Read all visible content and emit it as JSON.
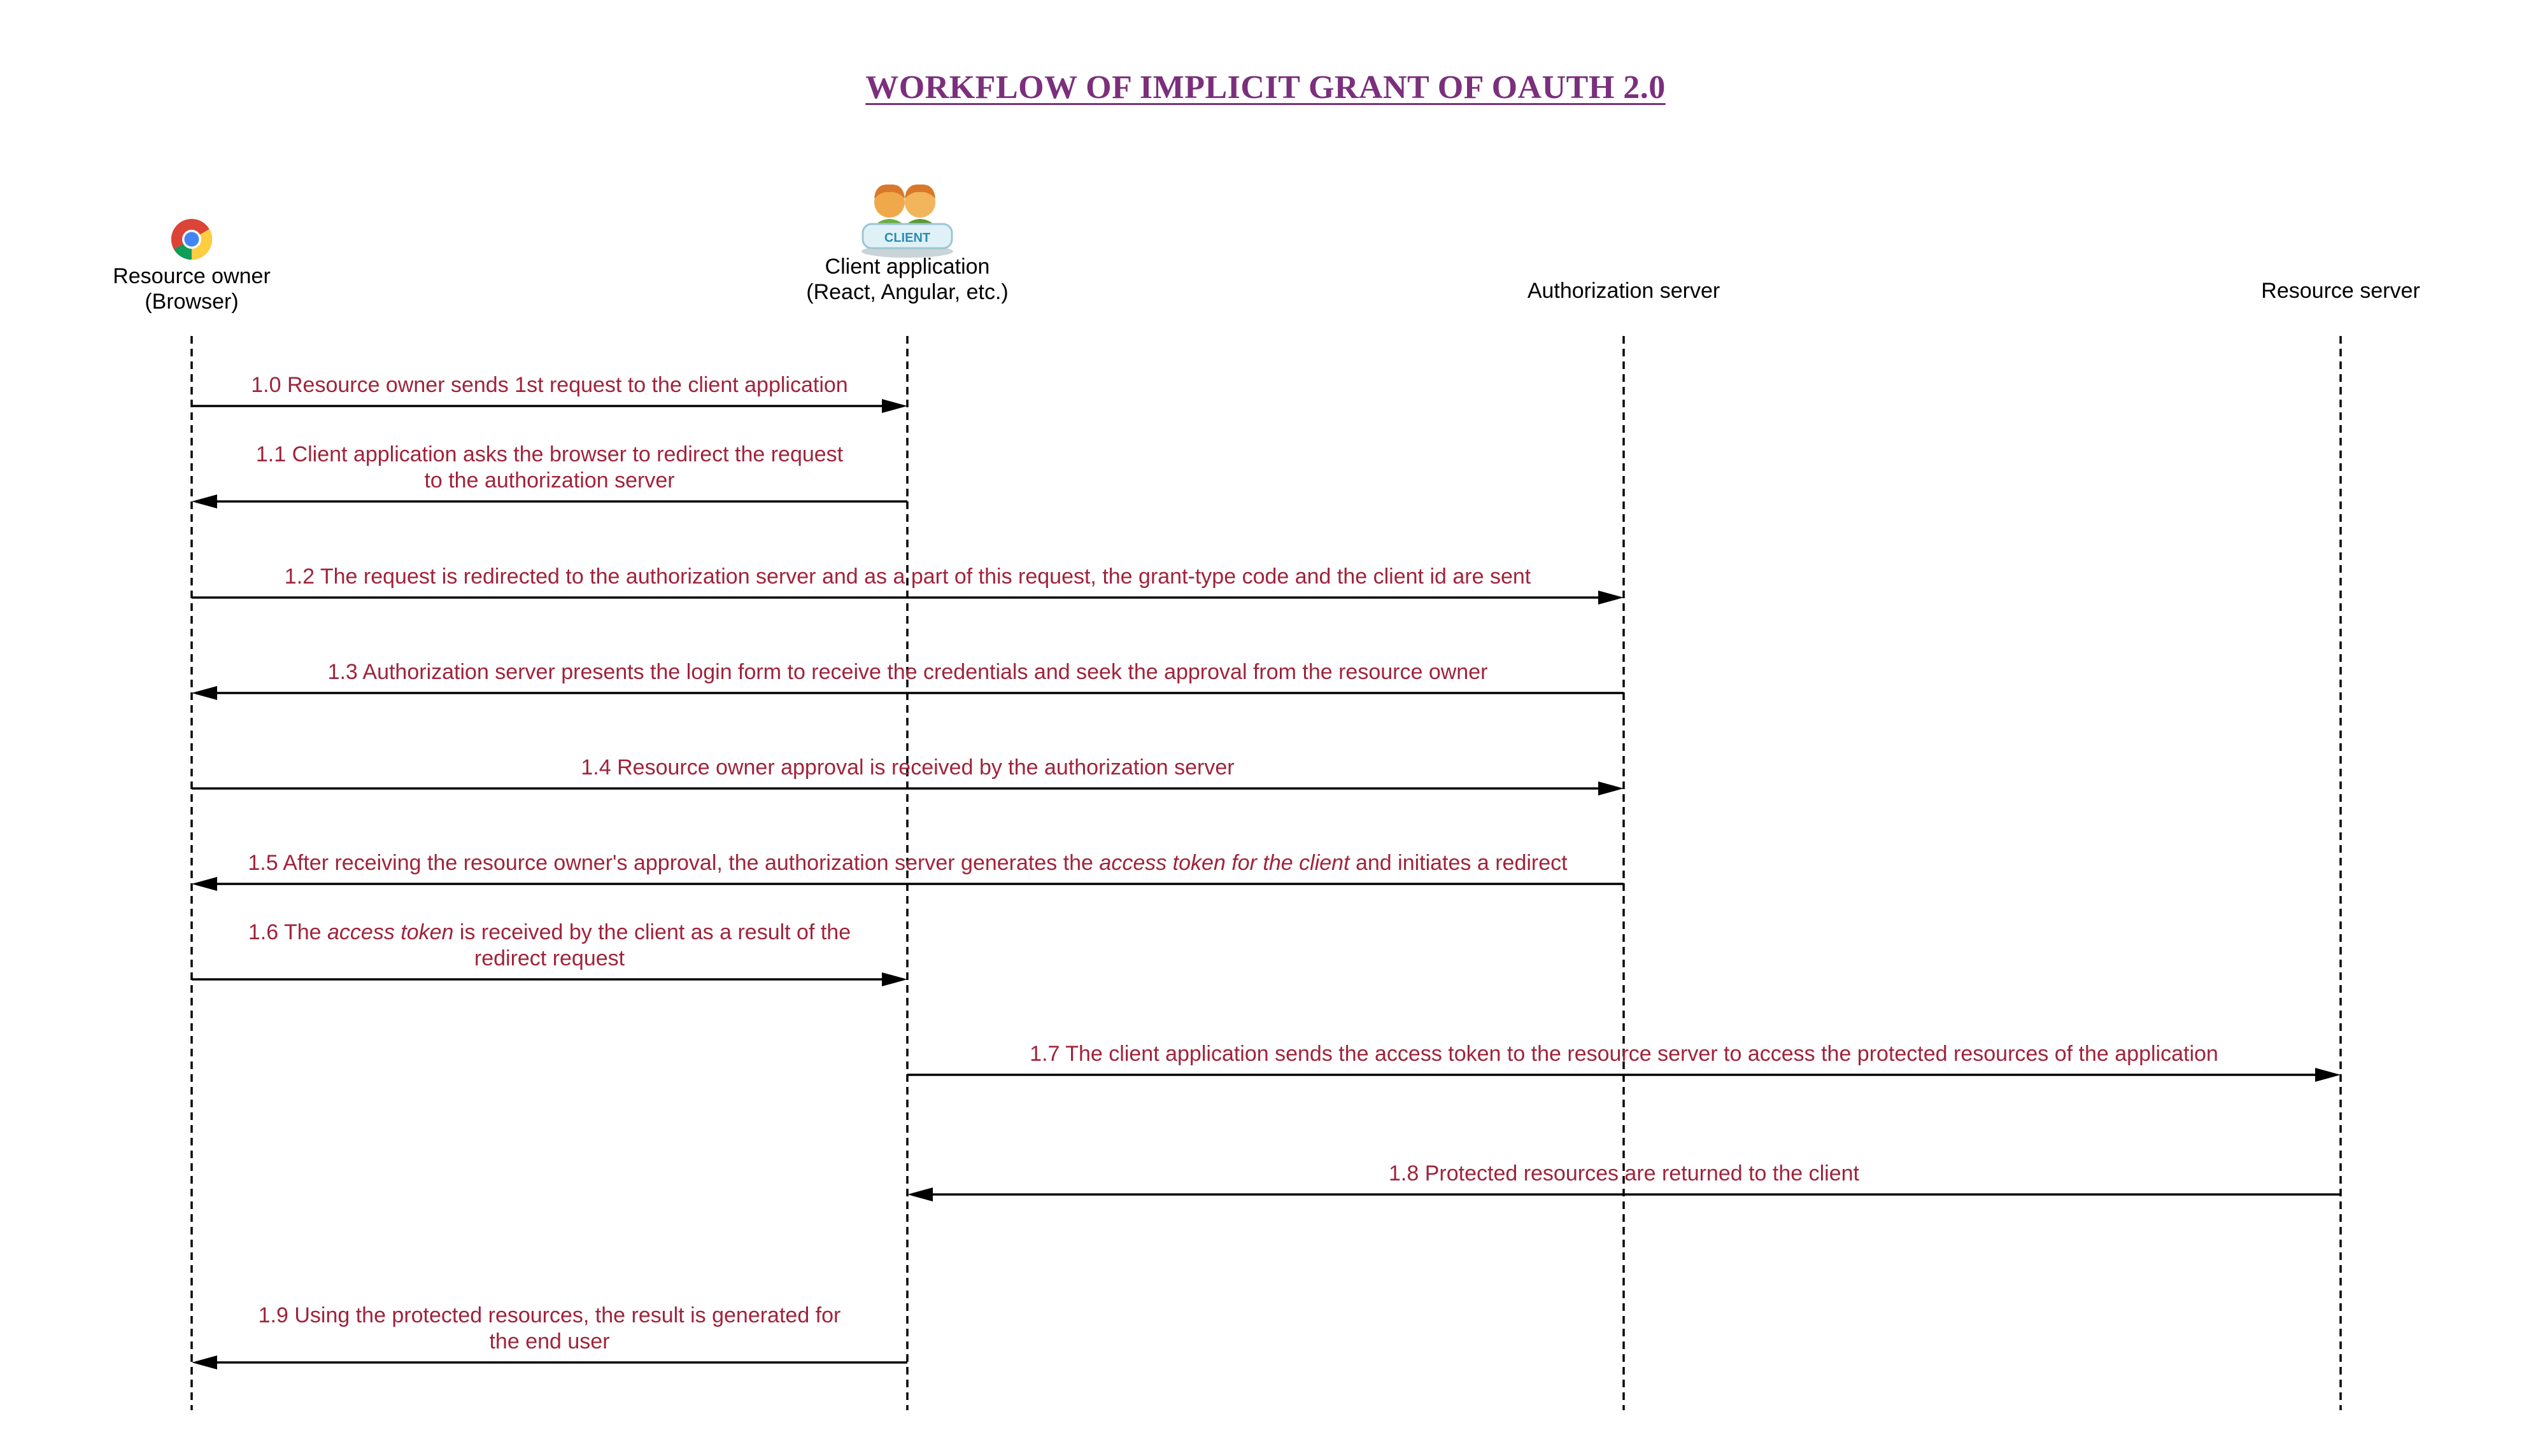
{
  "title": "WORKFLOW OF IMPLICIT GRANT OF OAUTH 2.0",
  "colors": {
    "title": "#7b2f7d",
    "message": "#a0233b",
    "line": "#000000"
  },
  "actors": [
    {
      "id": "owner",
      "icon": "chrome-browser-icon",
      "lines": [
        "Resource owner",
        "(Browser)"
      ]
    },
    {
      "id": "client",
      "icon": "client-users-icon",
      "icon_text": "CLIENT",
      "lines": [
        "Client application",
        "(React, Angular, etc.)"
      ]
    },
    {
      "id": "auth",
      "lines": [
        "Authorization server"
      ]
    },
    {
      "id": "resource",
      "lines": [
        "Resource server"
      ]
    }
  ],
  "messages": [
    {
      "from": "owner",
      "to": "client",
      "lines": [
        [
          {
            "t": "1.0 Resource owner sends 1st request to the client application"
          }
        ]
      ]
    },
    {
      "from": "client",
      "to": "owner",
      "lines": [
        [
          {
            "t": "1.1 Client application asks the browser to redirect the request"
          }
        ],
        [
          {
            "t": "to the authorization server"
          }
        ]
      ]
    },
    {
      "from": "owner",
      "to": "auth",
      "lines": [
        [
          {
            "t": "1.2 The request is redirected to the authorization server and as a part of this request, the grant-type code and the client id are sent"
          }
        ]
      ]
    },
    {
      "from": "auth",
      "to": "owner",
      "lines": [
        [
          {
            "t": "1.3 Authorization server presents the login form to receive the credentials and seek the approval from the resource owner"
          }
        ]
      ]
    },
    {
      "from": "owner",
      "to": "auth",
      "lines": [
        [
          {
            "t": "1.4 Resource owner approval is received by the authorization server"
          }
        ]
      ]
    },
    {
      "from": "auth",
      "to": "owner",
      "lines": [
        [
          {
            "t": "1.5 After receiving the resource owner's approval, the authorization server generates the "
          },
          {
            "t": "access token for the client",
            "i": true
          },
          {
            "t": " and initiates a redirect"
          }
        ]
      ]
    },
    {
      "from": "owner",
      "to": "client",
      "lines": [
        [
          {
            "t": "1.6 The "
          },
          {
            "t": "access token",
            "i": true
          },
          {
            "t": " is received by the client as a result of the"
          }
        ],
        [
          {
            "t": "redirect request"
          }
        ]
      ]
    },
    {
      "from": "client",
      "to": "resource",
      "lines": [
        [
          {
            "t": "1.7 The client application sends the access token to the resource server to access the protected resources of the application"
          }
        ]
      ]
    },
    {
      "from": "resource",
      "to": "client",
      "lines": [
        [
          {
            "t": "1.8 Protected resources are returned to the client"
          }
        ]
      ]
    },
    {
      "from": "client",
      "to": "owner",
      "lines": [
        [
          {
            "t": "1.9 Using the protected resources, the result is generated for"
          }
        ],
        [
          {
            "t": "the end user"
          }
        ]
      ]
    }
  ]
}
